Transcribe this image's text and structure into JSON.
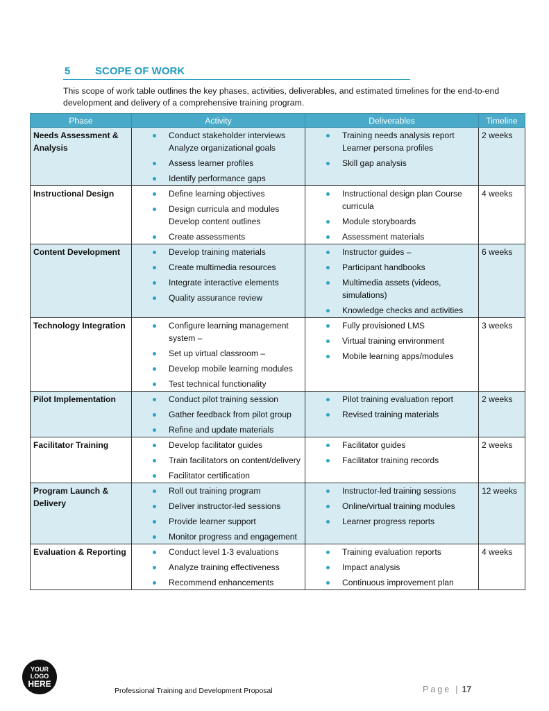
{
  "section": {
    "number": "5",
    "title": "SCOPE OF WORK"
  },
  "intro": "This scope of work table outlines the key phases, activities, deliverables, and estimated timelines for the end-to-end development and delivery of a comprehensive training program.",
  "table": {
    "headers": [
      "Phase",
      "Activity",
      "Deliverables",
      "Timeline"
    ],
    "rows": [
      {
        "phase": "Needs Assessment & Analysis",
        "activities": [
          "Conduct stakeholder interviews Analyze organizational goals",
          "Assess learner profiles",
          "Identify performance gaps"
        ],
        "deliverables": [
          "Training needs analysis report Learner persona profiles",
          "Skill gap analysis"
        ],
        "timeline": "2 weeks",
        "shaded": true
      },
      {
        "phase": "Instructional Design",
        "activities": [
          "Define learning objectives",
          "Design curricula and modules Develop content outlines",
          "Create assessments"
        ],
        "deliverables": [
          "Instructional design plan Course curricula",
          "Module storyboards",
          "Assessment materials"
        ],
        "timeline": "4 weeks",
        "shaded": false
      },
      {
        "phase": "Content Development",
        "activities": [
          "Develop training materials",
          "Create multimedia resources",
          "Integrate interactive elements",
          "Quality assurance review"
        ],
        "deliverables": [
          "Instructor guides –",
          "Participant handbooks",
          "Multimedia assets (videos, simulations)",
          "Knowledge checks and activities"
        ],
        "timeline": "6 weeks",
        "shaded": true
      },
      {
        "phase": "Technology Integration",
        "activities": [
          "Configure learning management system –",
          "Set up virtual classroom –",
          "Develop mobile learning modules",
          "Test technical functionality"
        ],
        "deliverables": [
          "Fully provisioned LMS",
          "Virtual training environment",
          "Mobile learning apps/modules"
        ],
        "timeline": "3 weeks",
        "shaded": false
      },
      {
        "phase": "Pilot Implementation",
        "activities": [
          "Conduct pilot training session",
          "Gather feedback from pilot group",
          "Refine and update materials"
        ],
        "deliverables": [
          "Pilot training evaluation report",
          "Revised training materials"
        ],
        "timeline": "2 weeks",
        "shaded": true
      },
      {
        "phase": "Facilitator Training",
        "activities": [
          "Develop facilitator guides",
          "Train facilitators on content/delivery",
          "Facilitator certification"
        ],
        "deliverables": [
          "Facilitator guides",
          "Facilitator training records"
        ],
        "timeline": "2 weeks",
        "shaded": false
      },
      {
        "phase": "Program Launch & Delivery",
        "activities": [
          "Roll out training program",
          "Deliver instructor-led sessions",
          "Provide learner support",
          "Monitor progress and engagement"
        ],
        "deliverables": [
          "Instructor-led training sessions",
          "Online/virtual training modules",
          "Learner progress reports"
        ],
        "timeline": "12 weeks",
        "shaded": true
      },
      {
        "phase": "Evaluation & Reporting",
        "activities": [
          "Conduct level 1-3 evaluations",
          "Analyze training effectiveness",
          "Recommend enhancements"
        ],
        "deliverables": [
          "Training evaluation reports",
          "Impact analysis",
          "Continuous improvement plan"
        ],
        "timeline": "4 weeks",
        "shaded": false
      }
    ]
  },
  "logo": {
    "line1": "YOUR",
    "line2": "LOGO",
    "line3": "HERE"
  },
  "footer": {
    "title": "Professional Training and Development Proposal",
    "page_label": "Page",
    "separator": "|",
    "page_number": "17"
  },
  "colors": {
    "accent": "#1f9bbf",
    "header_bg": "#49abc9",
    "row_shade": "#d6ebf2"
  }
}
